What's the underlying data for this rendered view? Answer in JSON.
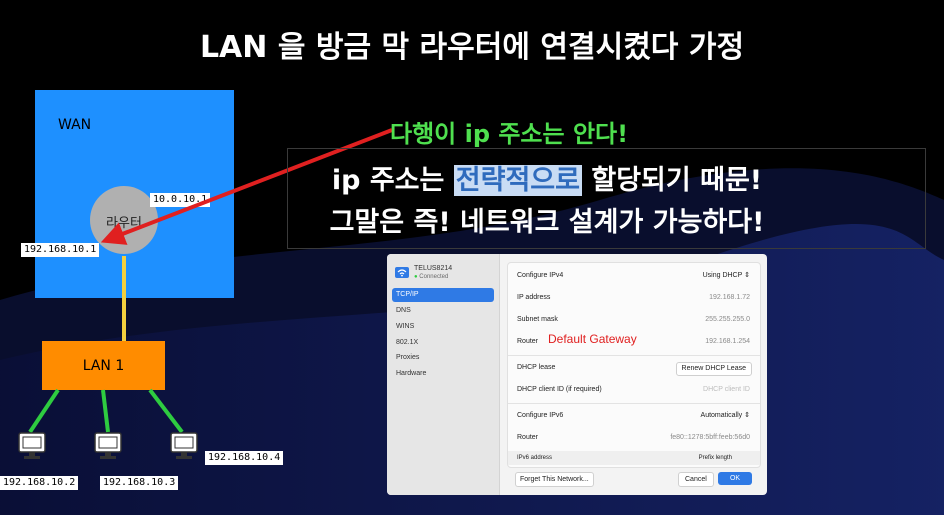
{
  "title": "LAN 을 방금 막 라우터에 연결시켰다 가정",
  "diagram": {
    "wan_label": "WAN",
    "router_label": "라우터",
    "router_wan_ip": "10.0.10.1",
    "router_lan_ip": "192.168.10.1",
    "lan_label": "LAN 1",
    "hosts": [
      "192.168.10.2",
      "192.168.10.3",
      "192.168.10.4"
    ],
    "colors": {
      "wan": "#1e90ff",
      "lan": "#ff8c00",
      "router": "#b0b0b0",
      "link": "#f4d03f",
      "host_link": "#2ecc40",
      "arrow": "#e02020"
    }
  },
  "annotation": {
    "green_note": "다행이 ip 주소는 안다!",
    "line1_a": "ip 주소는 ",
    "line1_highlight": "전략적으로",
    "line1_b": " 할당되기 때문!",
    "line2": "그말은 즉! 네트워크 설계가 가능하다!"
  },
  "network_panel": {
    "wifi_name": "TELUS8214",
    "wifi_status": "Connected",
    "sidebar": [
      "TCP/IP",
      "DNS",
      "WINS",
      "802.1X",
      "Proxies",
      "Hardware"
    ],
    "active_sidebar": "TCP/IP",
    "rows": {
      "configure_ipv4_label": "Configure IPv4",
      "configure_ipv4_value": "Using DHCP",
      "ip_label": "IP address",
      "ip_value": "192.168.1.72",
      "subnet_label": "Subnet mask",
      "subnet_value": "255.255.255.0",
      "router_label": "Router",
      "router_value": "192.168.1.254",
      "dhcp_lease_label": "DHCP lease",
      "renew_button": "Renew DHCP Lease",
      "dhcp_client_label": "DHCP client ID (if required)",
      "dhcp_client_placeholder": "DHCP client ID",
      "configure_ipv6_label": "Configure IPv6",
      "configure_ipv6_value": "Automatically",
      "router6_label": "Router",
      "router6_value": "fe80::1278:5bff:feeb:56d0",
      "ipv6_address_label": "IPv6 address",
      "prefix_length_label": "Prefix length"
    },
    "default_gateway_note": "Default Gateway",
    "forget_button": "Forget This Network...",
    "cancel_button": "Cancel",
    "ok_button": "OK"
  }
}
